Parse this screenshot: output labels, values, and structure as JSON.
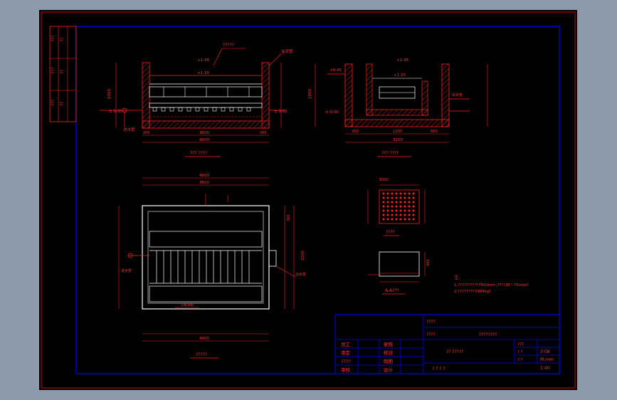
{
  "views": {
    "section_a_title": "??? ????",
    "section_b_title": "??? ????",
    "plan_title": "?????",
    "grating_label": "?????",
    "detail_title": "????",
    "detail_bottom_title": "A-A???"
  },
  "dimensions": {
    "sec_a_top": "+1.45",
    "sec_a_water": "+1.15",
    "sec_a_left_elev": "± 0.00",
    "sec_a_right_elev": "± 0.00",
    "sec_a_bottom_total": "4000",
    "sec_a_bottom_inner": "3600",
    "sec_a_side_1": "200",
    "sec_a_side_2": "200",
    "sec_a_height": "2350",
    "sec_b_top": "+1.45",
    "sec_b_water": "+1.15",
    "sec_b_mid": "+0.45",
    "sec_b_bottom": "± 0.00",
    "sec_b_total": "3200",
    "sec_b_seg_1": "600",
    "sec_b_seg_2": "1200",
    "sec_b_seg_3": "600",
    "sec_b_height": "1900",
    "plan_total": "4000",
    "plan_inner": "3600",
    "plan_seg": "300",
    "plan_height": "3200",
    "plan_pipe": "DN100",
    "detail_dim": "1000",
    "detail_side": "400"
  },
  "labels": {
    "inlet": "进水管",
    "outlet": "出水管",
    "overflow": "溢流管"
  },
  "notes": {
    "heading": "注:",
    "line1": "1.???????????400mm,????35~75mm?",
    "line2": "2.????????7984kg?"
  },
  "title_block": {
    "project": "????",
    "drawing_name": "?? ?????",
    "company_top": "????",
    "company_main": "????????",
    "role_1": "总工",
    "role_2": "审定",
    "role_3": "????",
    "role_4": "审核",
    "col_2_1": "复核",
    "col_2_2": "校对",
    "col_2_3": "制图",
    "col_2_4": "设计",
    "bottom_row": "?   ?   ?   ?",
    "drawing_no_label": "???",
    "drawing_no": "3-08",
    "unit_label": "? ?",
    "unit": "M,mm",
    "scale_label": "? ?",
    "scale": "1:40"
  },
  "side_strip": {
    "items": [
      "???",
      "??",
      "???",
      "??",
      "???",
      "??"
    ]
  },
  "colors": {
    "frame_outer": "#e00000",
    "frame_inner": "#0000ff",
    "lines": "#ff2020",
    "text": "#ff3030",
    "white": "#ffffff",
    "magenta": "#ff00ff"
  }
}
